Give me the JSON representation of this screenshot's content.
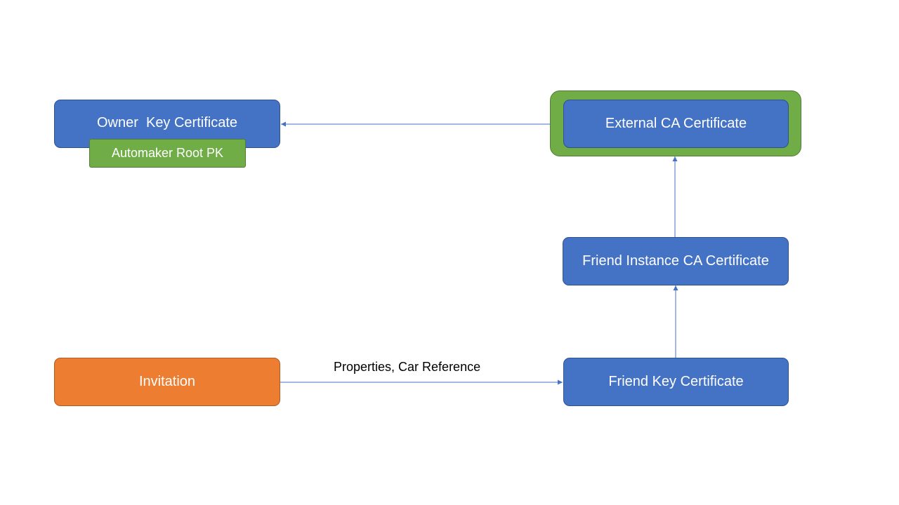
{
  "nodes": {
    "owner_key_certificate": "Owner  Key Certificate",
    "automaker_root_pk": "Automaker Root PK",
    "external_ca_certificate": "External CA Certificate",
    "friend_instance_ca_certificate": "Friend Instance CA Certificate",
    "friend_key_certificate": "Friend Key Certificate",
    "invitation": "Invitation"
  },
  "edges": [
    {
      "from": "external_ca_certificate",
      "to": "owner_key_certificate",
      "label": ""
    },
    {
      "from": "friend_instance_ca_certificate",
      "to": "external_ca_certificate",
      "label": ""
    },
    {
      "from": "friend_key_certificate",
      "to": "friend_instance_ca_certificate",
      "label": ""
    },
    {
      "from": "invitation",
      "to": "friend_key_certificate",
      "label": "Properties, Car Reference"
    }
  ],
  "colors": {
    "blue": "#4472c4",
    "orange": "#ed7d31",
    "green": "#70ad47",
    "connector": "#4472c4"
  }
}
